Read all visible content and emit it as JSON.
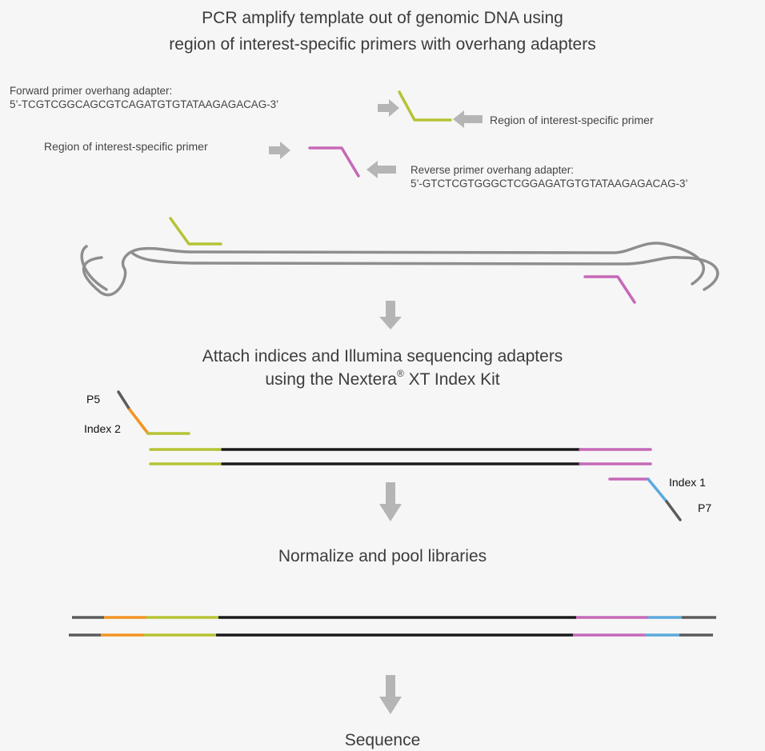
{
  "steps": {
    "step1_title_line1": "PCR amplify template out of genomic DNA using",
    "step1_title_line2": "region of interest-specific primers with overhang adapters",
    "step2_title_line1": "Attach indices and Illumina sequencing adapters",
    "step2_title_line2_pre": "using the Nextera",
    "step2_title_line2_reg": "®",
    "step2_title_line2_post": " XT Index Kit",
    "step3_title": "Normalize and pool libraries",
    "step4_title": "Sequence"
  },
  "forward_adapter": {
    "label": "Forward primer overhang adapter:",
    "sequence": "5’-TCGTCGGCAGCGTCAGATGTGTATAAGAGACAG-3’"
  },
  "reverse_adapter": {
    "label": "Reverse primer overhang adapter:",
    "sequence": "5’-GTCTCGTGGGCTCGGAGATGTGTATAAGAGACAG-3’"
  },
  "roi_primer_label": "Region of interest-specific primer",
  "adapter_labels": {
    "p5": "P5",
    "index2": "Index 2",
    "index1": "Index 1",
    "p7": "P7"
  },
  "colors": {
    "forward_primer": "#b5c334",
    "reverse_primer": "#c668b8",
    "index2": "#f39423",
    "index1": "#5aa9dc",
    "p5_p7_adapter": "#5b5b5b",
    "insert": "#1a1a1a",
    "arrow": "#b5b5b5",
    "genomic_dna": "#8e8e8e",
    "background": "#f6f6f6"
  }
}
